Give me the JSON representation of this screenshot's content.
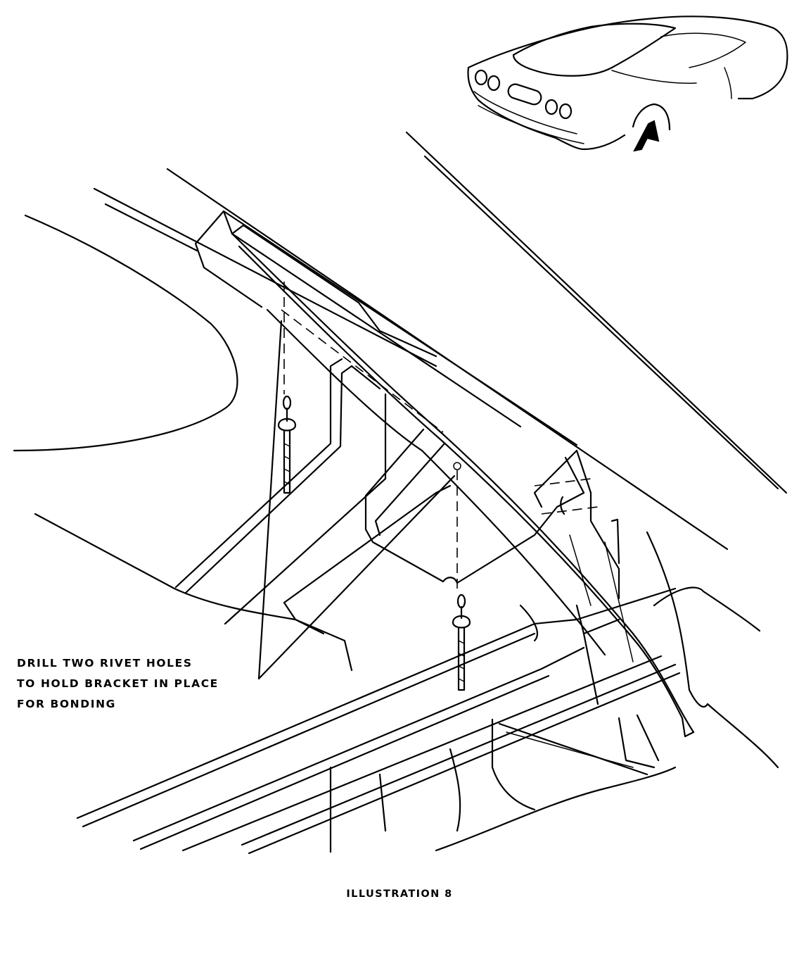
{
  "callout": {
    "lines": [
      "DRILL TWO RIVET HOLES",
      "TO HOLD BRACKET IN PLACE",
      "FOR BONDING"
    ]
  },
  "caption": "ILLUSTRATION 8",
  "icons": {
    "car": "car-rear-view-icon",
    "arrow": "location-arrow-icon",
    "rivet": "rivet-icon"
  },
  "colors": {
    "ink": "#000000",
    "paper": "#ffffff"
  }
}
